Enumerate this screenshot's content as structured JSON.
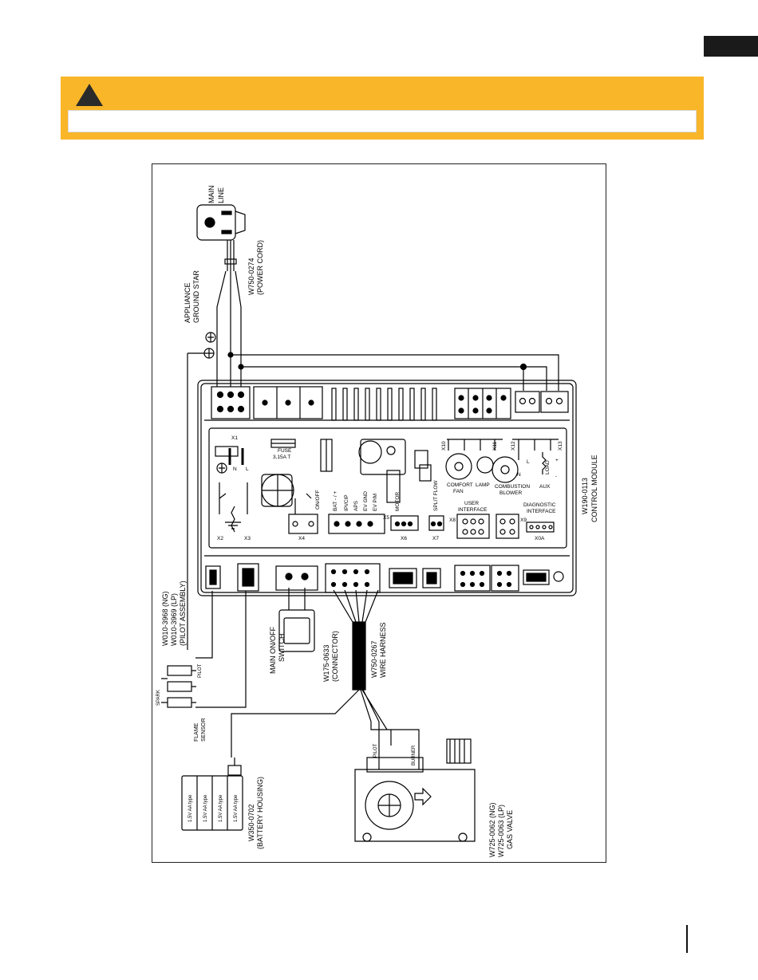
{
  "labels": {
    "main_line": [
      "MAIN",
      "LINE"
    ],
    "power_cord": [
      "W750-0274",
      "(POWER CORD)"
    ],
    "ground_star": [
      "APPLIANCE",
      "GROUND STAR"
    ],
    "pilot_assembly": [
      "W010-3968 (NG)",
      "W010-3969 (LP)",
      "(PILOT ASSEMBLY)"
    ],
    "pilot": "PILOT",
    "spark": "SPARK",
    "flame_sensor": [
      "FLAME",
      "SENSOR"
    ],
    "on_off_switch": [
      "MAIN ON/OFF",
      "SWITCH"
    ],
    "connector": [
      "W175-0633",
      "(CONNECTOR)"
    ],
    "wire_harness": [
      "W750-0267",
      "WIRE HARNESS"
    ],
    "battery_housing": [
      "W350-0702",
      "(BATTERY HOUSING)"
    ],
    "battery_cell": "1.5V AA type",
    "gas_valve": [
      "W725-0062 (NG)",
      "W725-0063 (LP)",
      "GAS VALVE"
    ],
    "valve_pilot": "PILOT",
    "valve_burner": "BURNER",
    "control_module": [
      "W190-0113",
      "CONTROL MODULE"
    ]
  },
  "board": {
    "x1": "X1",
    "n": "N",
    "l": "L",
    "fuse": [
      "FUSE",
      "3,15A T"
    ],
    "x2": "X2",
    "x3": "X3",
    "x4": "X4",
    "on_off": "ON/OFF",
    "bat": "BAT - / +",
    "ipi_ip": "IPI/CIP",
    "aps": "APS",
    "ev_gnd": "EV GND",
    "ev_pm": "EV P/M",
    "x5": "X5",
    "motor": "MOTOR",
    "x6": "X6",
    "split_flow": "SPLIT FLOW",
    "x7": "X7",
    "x10": "X10",
    "x11": "X11",
    "x12": "X12",
    "x13": "X13",
    "comfort_fan": [
      "COMFORT",
      "FAN"
    ],
    "lamp": "LAMP",
    "combustion_blower": [
      "COMBUSTION",
      "BLOWER"
    ],
    "aux": "AUX",
    "load": "LOAD",
    "blower_l": "L",
    "blower_n": "N",
    "plus": "+",
    "minus": "-",
    "user_interface": [
      "USER",
      "INTERFACE"
    ],
    "x8": "X8",
    "x9": "X9",
    "diagnostic_interface": [
      "DIAGNOSTIC",
      "INTERFACE"
    ],
    "x0a": "X0A"
  }
}
